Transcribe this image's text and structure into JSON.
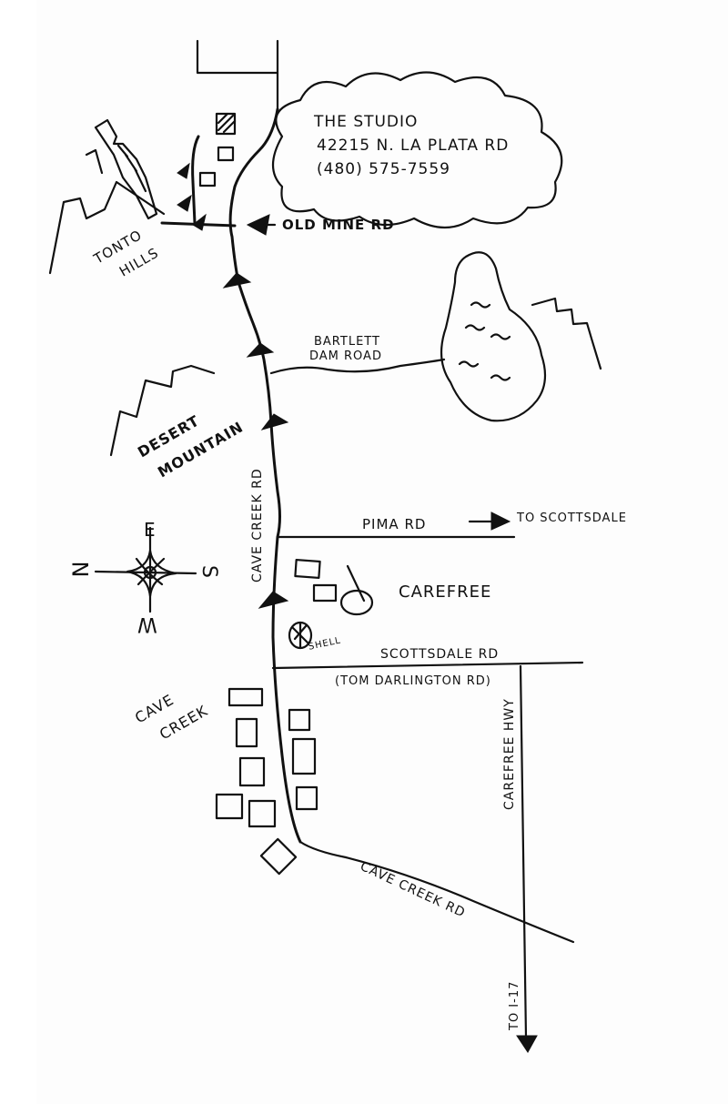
{
  "studio": {
    "line1": "THE STUDIO",
    "line2": "42215 N. LA PLATA RD",
    "line3": "(480) 575-7559"
  },
  "places": {
    "tonto_hills": [
      "TONTO",
      "HILLS"
    ],
    "desert_mountain": [
      "DESERT",
      "MOUNTAIN"
    ],
    "carefree": "CAREFREE",
    "cave_creek": [
      "CAVE",
      "CREEK"
    ],
    "shell": "SHELL"
  },
  "roads": {
    "old_mine": "OLD MINE RD",
    "bartlett": [
      "BARTLETT",
      "DAM ROAD"
    ],
    "cave_creek_rd_vertical": "CAVE CREEK RD",
    "pima": "PIMA RD",
    "to_scottsdale": "TO SCOTTSDALE",
    "scottsdale_rd": "SCOTTSDALE RD",
    "tom_darlington": "(TOM DARLINGTON RD)",
    "carefree_hwy": "CAREFREE HWY",
    "cave_creek_rd_diag": "CAVE CREEK RD",
    "to_i17": "TO I-17"
  },
  "compass": {
    "top": "E",
    "left": "N",
    "right": "S",
    "bottom": "W"
  }
}
